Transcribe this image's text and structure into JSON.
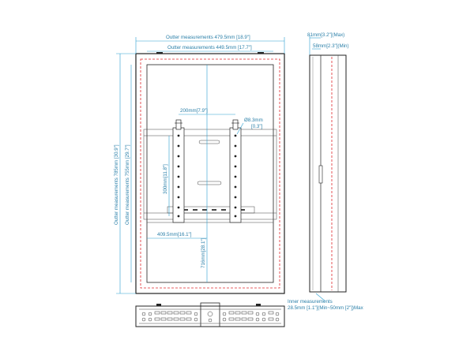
{
  "labels": {
    "outer_width_a": "Outter measurements 479.5mm [18.9\"]",
    "outer_width_b": "Outter measurements 449.5mm [17.7\"]",
    "outer_height_a": "Outter measurements 785mm [30.9\"]",
    "outer_height_b": "Outter measurements 755mm [29.7\"]",
    "vesa_width": "200mm[7.9\"]",
    "vesa_height": "300mm[11.8\"]",
    "hole_dia_a": "Ø8.3mm",
    "hole_dia_b": "[0.3\"]",
    "center_x": "409.5mm[16.1\"]",
    "center_y": "716mm[28.1\"]",
    "depth_max": "81mm[3.2\"](Max)",
    "depth_min": "58mm[2.3\"](Min)",
    "inner_a": "Inner measurements",
    "inner_b": "28.5mm [1.1\"](Min~50mm [2\"])Max"
  }
}
